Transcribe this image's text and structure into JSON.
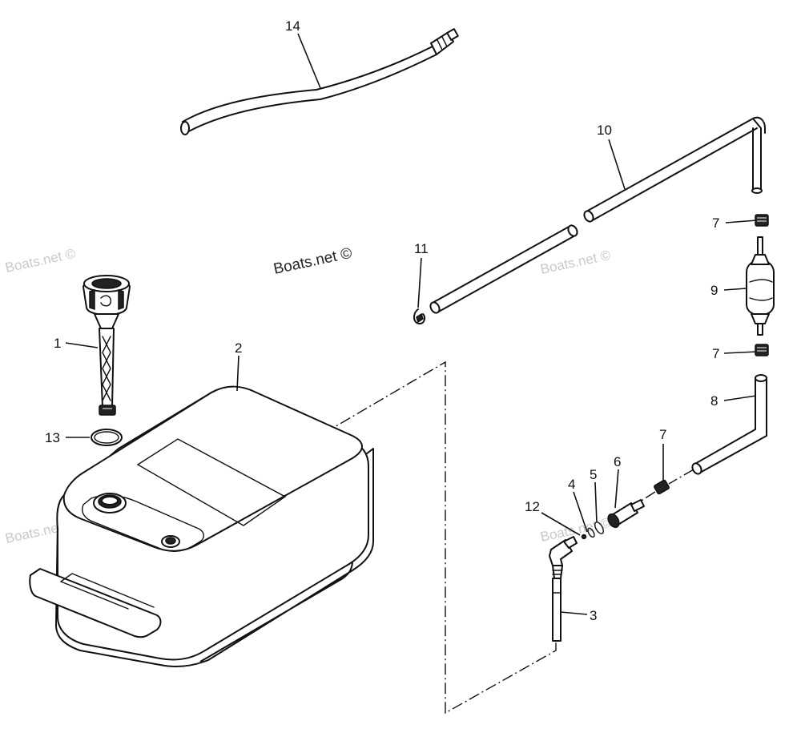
{
  "watermark": "Boats.net ©",
  "callouts": {
    "c1": "1",
    "c2": "2",
    "c3": "3",
    "c4": "4",
    "c5": "5",
    "c6": "6",
    "c7a": "7",
    "c7b": "7",
    "c7c": "7",
    "c8": "8",
    "c9": "9",
    "c10": "10",
    "c11": "11",
    "c12": "12",
    "c13": "13",
    "c14": "14"
  }
}
